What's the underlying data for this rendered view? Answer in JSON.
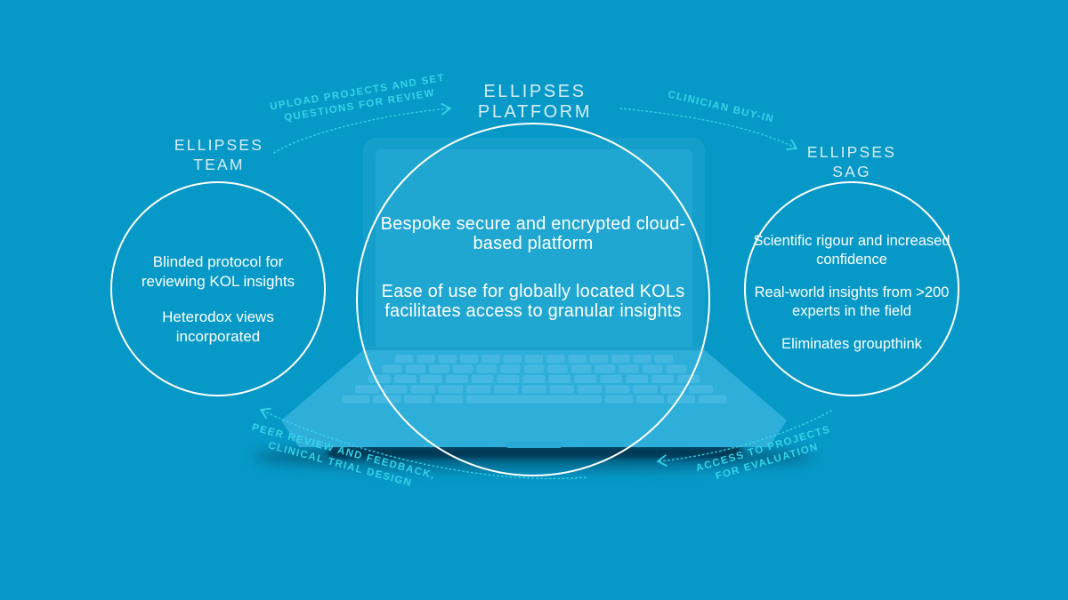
{
  "palette": {
    "background": "#0699C7",
    "accent": "#35D3E8",
    "heading_text": "#D8EDF5",
    "body_text": "#FFFFFF",
    "circle_stroke": "#FFFFFF",
    "laptop_screen": "#149FCB",
    "laptop_screen_inner": "#1FA7D2",
    "laptop_deck": "#2EAFDA",
    "laptop_keys": "#4ABBE3",
    "laptop_shadow": "#05304B"
  },
  "nodes": [
    {
      "id": "team",
      "title_lines": [
        "ELLIPSES",
        "TEAM"
      ],
      "items": [
        "Blinded protocol for reviewing KOL insights",
        "Heterodox views incorporated"
      ]
    },
    {
      "id": "platform",
      "title_lines": [
        "ELLIPSES",
        "PLATFORM"
      ],
      "items": [
        "Bespoke secure and encrypted cloud-based platform",
        "Ease of use for globally located KOLs facilitates access to granular insights"
      ]
    },
    {
      "id": "sag",
      "title_lines": [
        "ELLIPSES",
        "SAG"
      ],
      "items": [
        "Scientific rigour and increased confidence",
        "Real-world insights from >200 experts in the field",
        "Eliminates groupthink"
      ]
    }
  ],
  "arrows": [
    {
      "id": "upload",
      "label_lines": [
        "UPLOAD PROJECTS AND SET",
        "QUESTIONS FOR REVIEW"
      ]
    },
    {
      "id": "clinician",
      "label_lines": [
        "CLINICIAN BUY-IN",
        ""
      ]
    },
    {
      "id": "peer",
      "label_lines": [
        "PEER REVIEW AND FEEDBACK,",
        "CLINICAL TRIAL DESIGN"
      ]
    },
    {
      "id": "access",
      "label_lines": [
        "ACCESS TO PROJECTS",
        "FOR EVALUATION"
      ]
    }
  ]
}
